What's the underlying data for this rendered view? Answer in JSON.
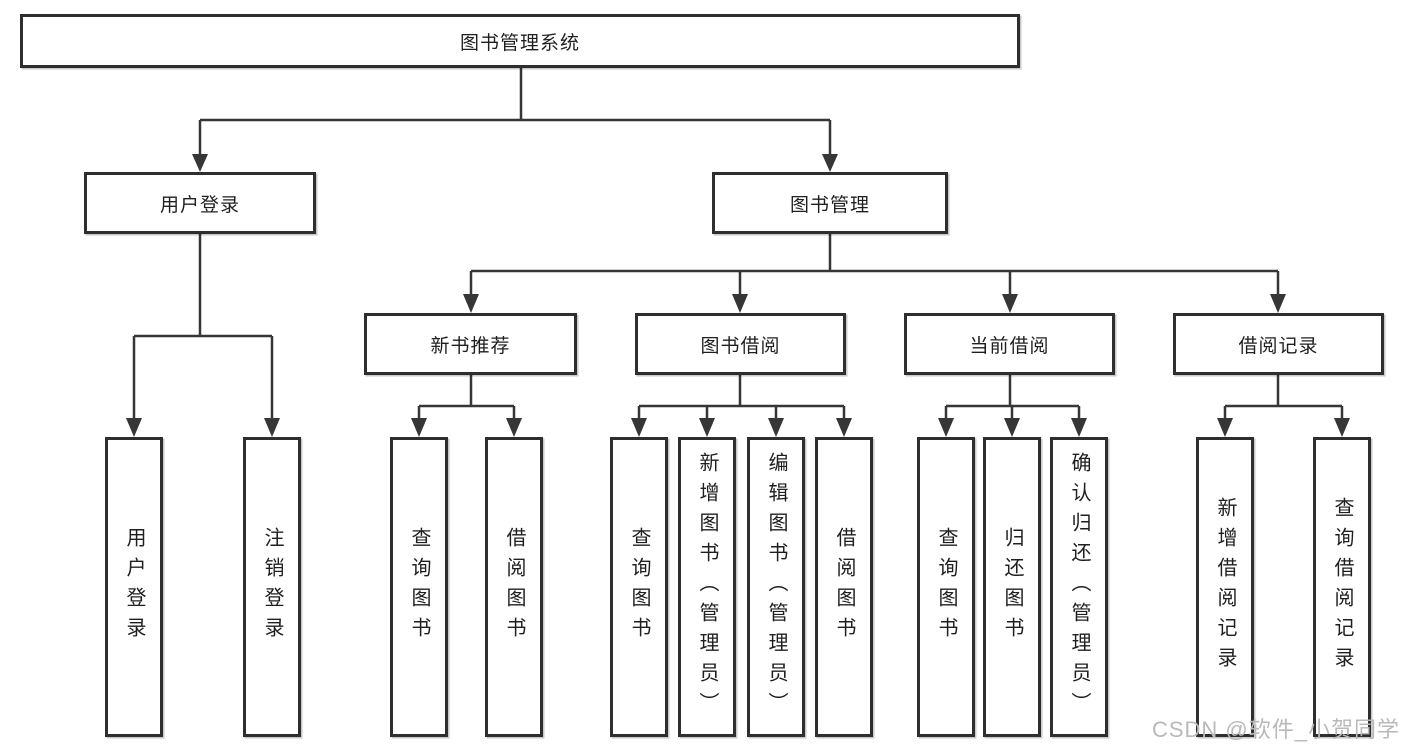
{
  "tree": {
    "root": {
      "label": "图书管理系统"
    },
    "children": [
      {
        "label": "用户登录",
        "children": [
          {
            "label": "用户登录"
          },
          {
            "label": "注销登录"
          }
        ]
      },
      {
        "label": "图书管理",
        "children": [
          {
            "label": "新书推荐",
            "children": [
              {
                "label": "查询图书"
              },
              {
                "label": "借阅图书"
              }
            ]
          },
          {
            "label": "图书借阅",
            "children": [
              {
                "label": "查询图书"
              },
              {
                "label": "新增图书（管理员）"
              },
              {
                "label": "编辑图书（管理员）"
              },
              {
                "label": "借阅图书"
              }
            ]
          },
          {
            "label": "当前借阅",
            "children": [
              {
                "label": "查询图书"
              },
              {
                "label": "归还图书"
              },
              {
                "label": "确认归还（管理员）"
              }
            ]
          },
          {
            "label": "借阅记录",
            "children": [
              {
                "label": "新增借阅记录"
              },
              {
                "label": "查询借阅记录"
              }
            ]
          }
        ]
      }
    ]
  },
  "watermark": {
    "text": "CSDN @软件_小贺同学",
    "color": "#b9b9b9"
  },
  "colors": {
    "background": "#ffffff",
    "box_border": "#2e2e2e",
    "connector_line": "#363636",
    "text": "#1f1f1f"
  }
}
